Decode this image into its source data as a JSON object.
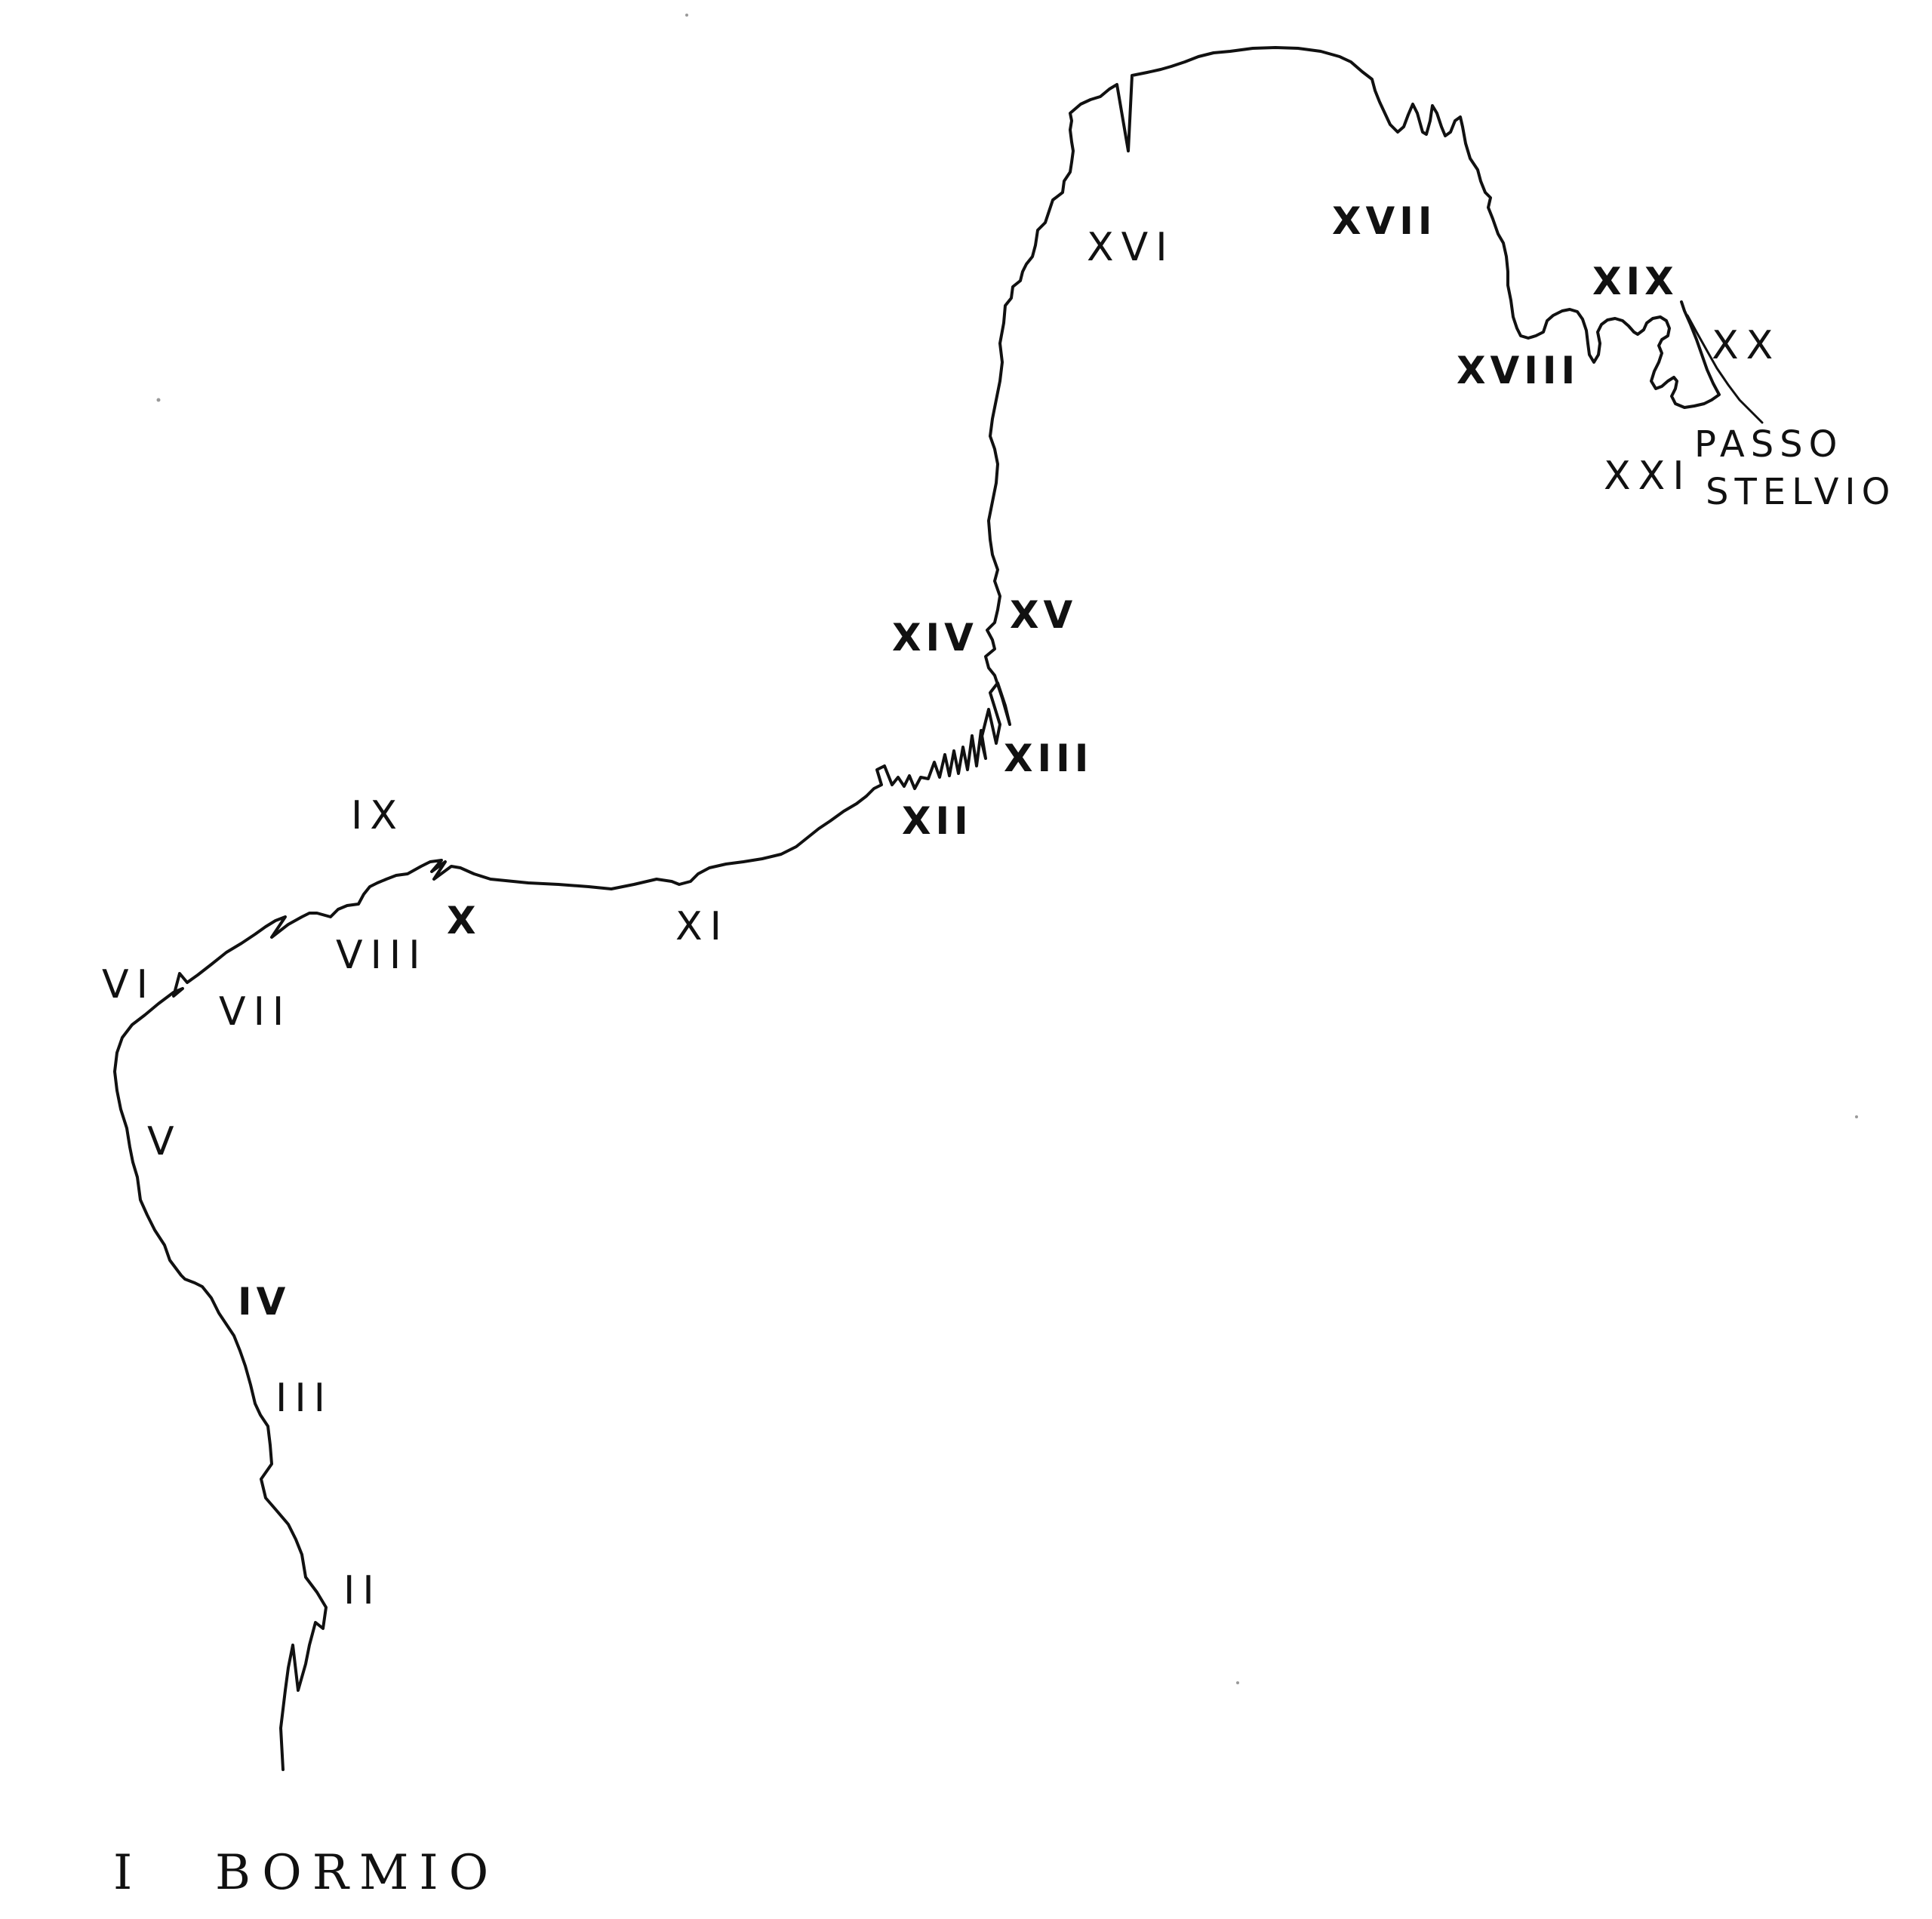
{
  "map": {
    "hairpins": [
      {
        "id": "i",
        "label": "I"
      },
      {
        "id": "ii",
        "label": "II"
      },
      {
        "id": "iii",
        "label": "III"
      },
      {
        "id": "iv",
        "label": "IV"
      },
      {
        "id": "v",
        "label": "V"
      },
      {
        "id": "vi",
        "label": "VI"
      },
      {
        "id": "vii",
        "label": "VII"
      },
      {
        "id": "viii",
        "label": "VIII"
      },
      {
        "id": "ix",
        "label": "IX"
      },
      {
        "id": "x",
        "label": "X"
      },
      {
        "id": "xi",
        "label": "XI"
      },
      {
        "id": "xii",
        "label": "XII"
      },
      {
        "id": "xiii",
        "label": "XIII"
      },
      {
        "id": "xiv",
        "label": "XIV"
      },
      {
        "id": "xv",
        "label": "XV"
      },
      {
        "id": "xvi",
        "label": "XVI"
      },
      {
        "id": "xvii",
        "label": "XVII"
      },
      {
        "id": "xviii",
        "label": "XVIII"
      },
      {
        "id": "xix",
        "label": "XIX"
      },
      {
        "id": "xx",
        "label": "XX"
      },
      {
        "id": "xxi",
        "label": "XXI"
      }
    ],
    "start_place": "BORMIO",
    "end_place_line1": "PASSO",
    "end_place_line2": "STELVIO",
    "line_color": "#111111",
    "background": "#ffffff"
  }
}
